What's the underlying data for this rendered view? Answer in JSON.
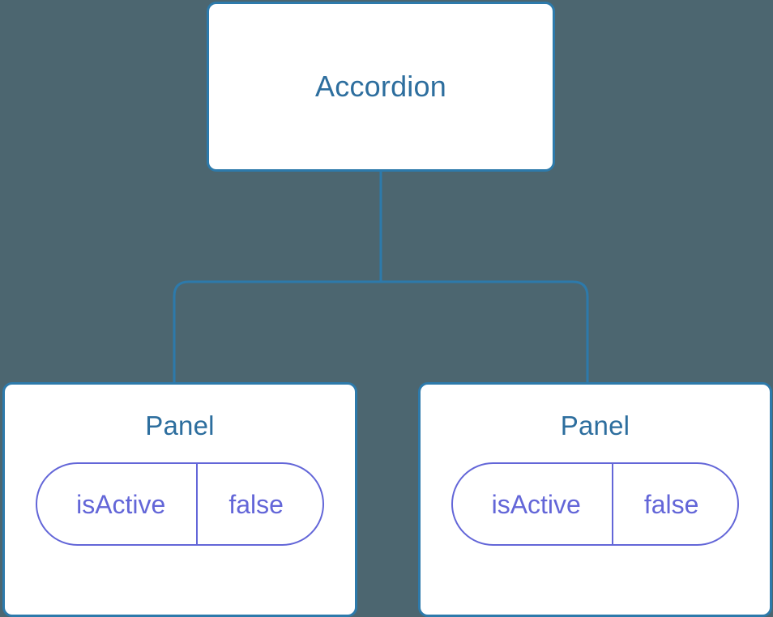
{
  "diagram": {
    "background_color": "#4c6670",
    "node_border_color": "#2d7aab",
    "node_fill_color": "#ffffff",
    "node_title_color": "#2d6e9e",
    "prop_color": "#6366d8",
    "connector_color": "#2d7aab",
    "root": {
      "title": "Accordion"
    },
    "children": [
      {
        "title": "Panel",
        "props": [
          {
            "name": "isActive",
            "value": "false"
          }
        ]
      },
      {
        "title": "Panel",
        "props": [
          {
            "name": "isActive",
            "value": "false"
          }
        ]
      }
    ]
  }
}
